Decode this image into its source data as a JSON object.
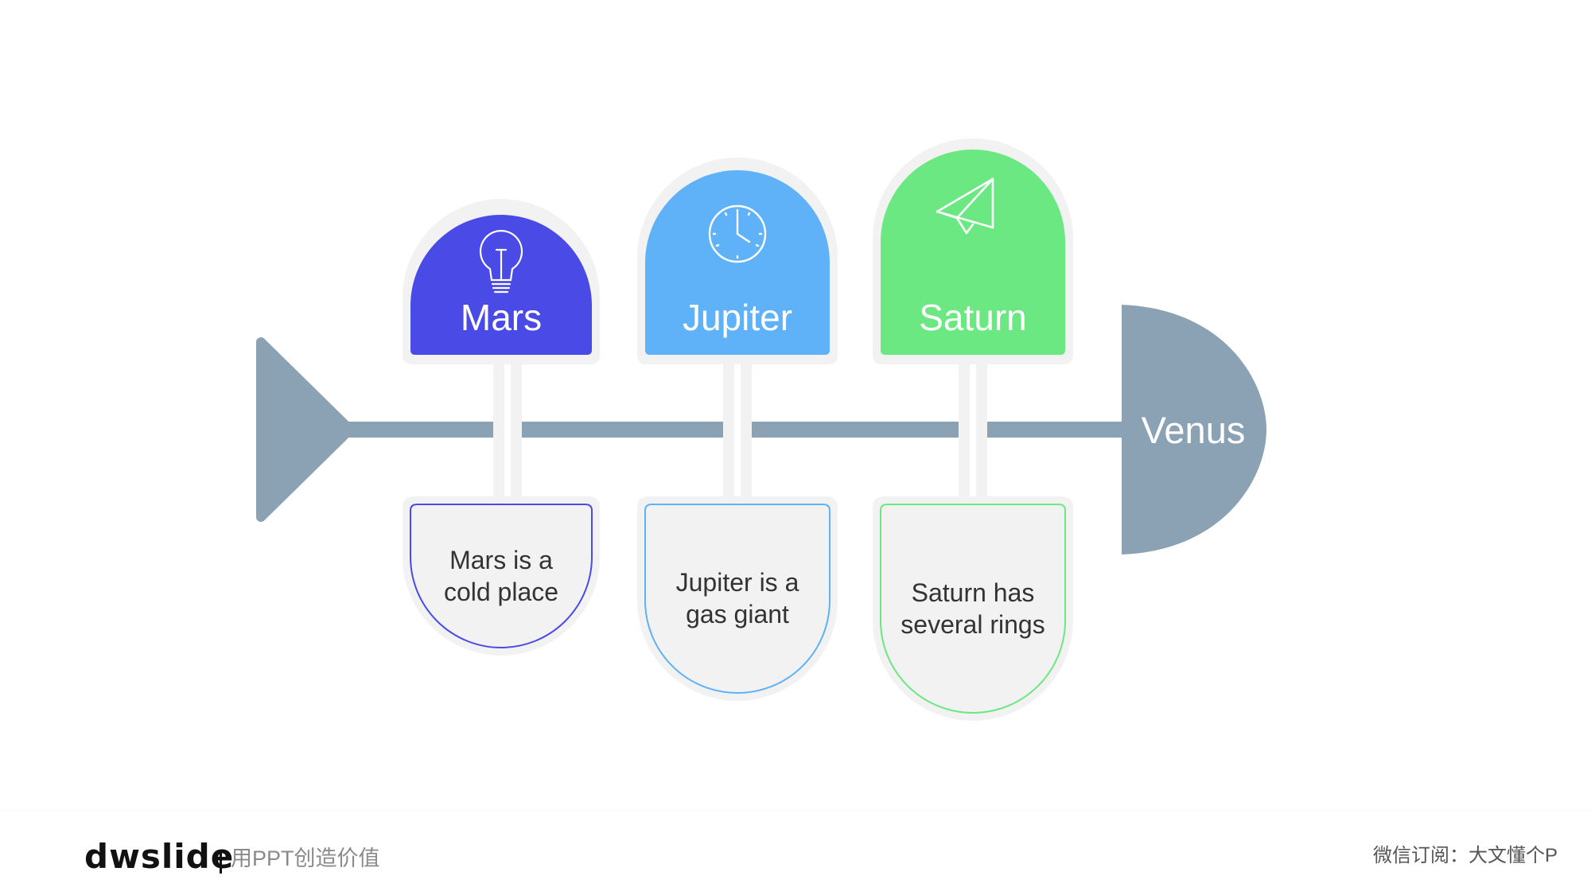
{
  "diagram": {
    "head_label": "Venus",
    "categories": [
      {
        "title": "Mars",
        "description_lines": [
          "Mars is a",
          "cold place"
        ],
        "icon": "lightbulb-icon",
        "color": "#4A4BE6"
      },
      {
        "title": "Jupiter",
        "description_lines": [
          "Jupiter is a",
          "gas giant"
        ],
        "icon": "clock-icon",
        "color": "#5FB2F8"
      },
      {
        "title": "Saturn",
        "description_lines": [
          "Saturn has",
          "several rings"
        ],
        "icon": "paper-plane-icon",
        "color": "#6BE882"
      }
    ],
    "spine_color": "#8AA2B4",
    "frame_color": "#F2F2F2"
  },
  "footer": {
    "brand": "dwslide",
    "tagline": "用PPT创造价值",
    "wechat": "微信订阅：大文懂个P"
  }
}
